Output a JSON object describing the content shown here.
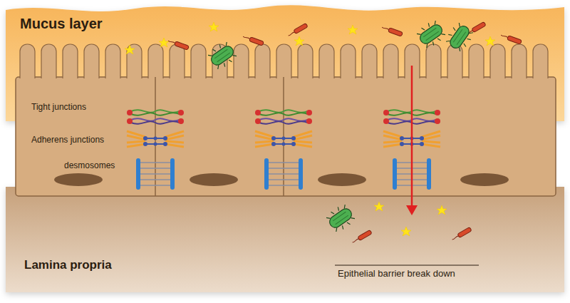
{
  "diagram": {
    "labels": [
      "Mucus layer",
      "Tight junctions",
      "Adherens junctions",
      "desmosomes",
      "Lamina propria",
      "Epithelial barrier break down"
    ]
  }
}
